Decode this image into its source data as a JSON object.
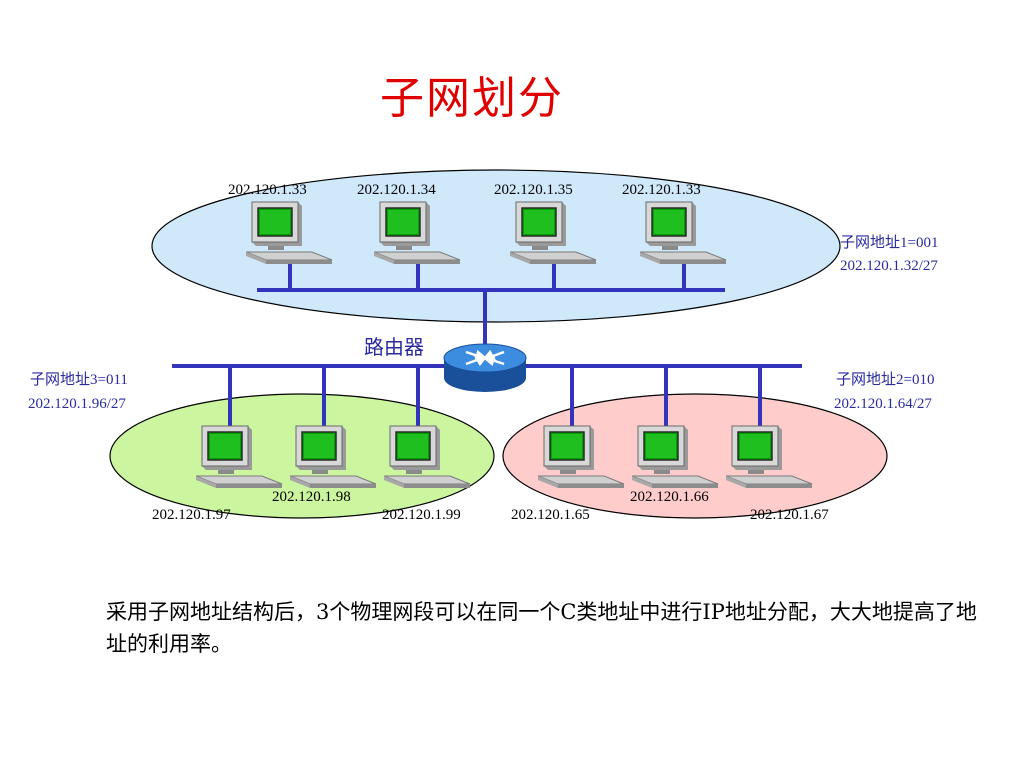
{
  "title": "子网划分",
  "router_label": "路由器",
  "subnets": {
    "s1": {
      "label": "子网地址1=001",
      "network": "202.120.1.32/27",
      "fill": "#cfe8fa",
      "hosts": [
        "202.120.1.33",
        "202.120.1.34",
        "202.120.1.35",
        "202.120.1.33"
      ]
    },
    "s2": {
      "label": "子网地址2=010",
      "network": "202.120.1.64/27",
      "fill": "#ffcccc",
      "hosts": [
        "202.120.1.65",
        "202.120.1.66",
        "202.120.1.67"
      ]
    },
    "s3": {
      "label": "子网地址3=011",
      "network": "202.120.1.96/27",
      "fill": "#ccf59f",
      "hosts": [
        "202.120.1.97",
        "202.120.1.98",
        "202.120.1.99"
      ]
    }
  },
  "caption": "采用子网地址结构后，3个物理网段可以在同一个C类地址中进行IP地址分配，大大地提高了地址的利用率。",
  "colors": {
    "title": "#e00000",
    "bus": "#3333bb",
    "subnet_text": "#2a2aa0",
    "screen": "#00a000",
    "router": "#2f7fd8"
  }
}
